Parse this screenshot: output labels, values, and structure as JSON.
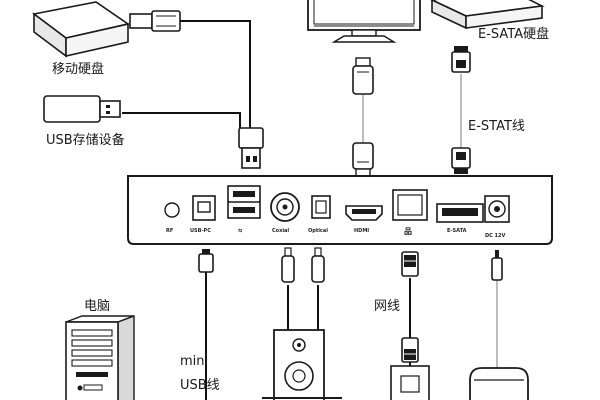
{
  "labels": {
    "mobile_hdd": "移动硬盘",
    "usb_storage": "USB存储设备",
    "esata_hdd": "E-SATA硬盘",
    "esata_cable": "E-STAT线",
    "computer": "电脑",
    "network_cable": "网线",
    "mini_usb_cable_line1": "mini",
    "mini_usb_cable_line2": "USB线"
  },
  "ports": {
    "rf": "RF",
    "usb_pc": "USB-PC",
    "usb_host": "⇆",
    "coaxial": "Coxial",
    "optical": "Optical",
    "hdmi": "HDMI",
    "lan": "品",
    "esata": "E-SATA",
    "dc": "DC 12V"
  },
  "colors": {
    "stroke": "#1a1a1a",
    "device_fill": "#ffffff",
    "cable_gray": "#bdbdbd",
    "cable_black": "#111111"
  }
}
